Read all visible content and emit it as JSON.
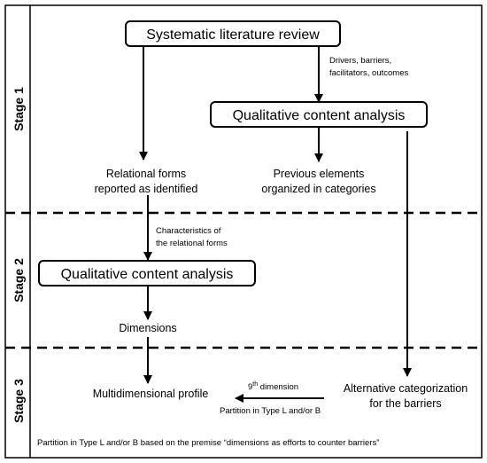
{
  "stages": [
    "Stage 1",
    "Stage 2",
    "Stage 3"
  ],
  "boxes": {
    "slr": "Systematic literature review",
    "qca1": "Qualitative content analysis",
    "qca2": "Qualitative content analysis"
  },
  "nodes": {
    "relational_forms": [
      "Relational forms",
      "reported as identified"
    ],
    "previous_elements": [
      "Previous elements",
      "organized in categories"
    ],
    "dimensions": "Dimensions",
    "multidimensional_profile": "Multidimensional profile",
    "alternative_categorization": [
      "Alternative categorization",
      "for the barriers"
    ]
  },
  "edge_labels": {
    "drivers": [
      "Drivers, barriers,",
      "facilitators, outcomes"
    ],
    "characteristics": [
      "Characteristics of",
      "the relational forms"
    ],
    "ninth_dimension_prefix": "9",
    "ninth_dimension_sup": "th",
    "ninth_dimension_suffix": " dimension",
    "partition_short": "Partition in Type L and/or B"
  },
  "footnote": "Partition in Type L and/or B based on the premise “dimensions as efforts to counter barriers”"
}
